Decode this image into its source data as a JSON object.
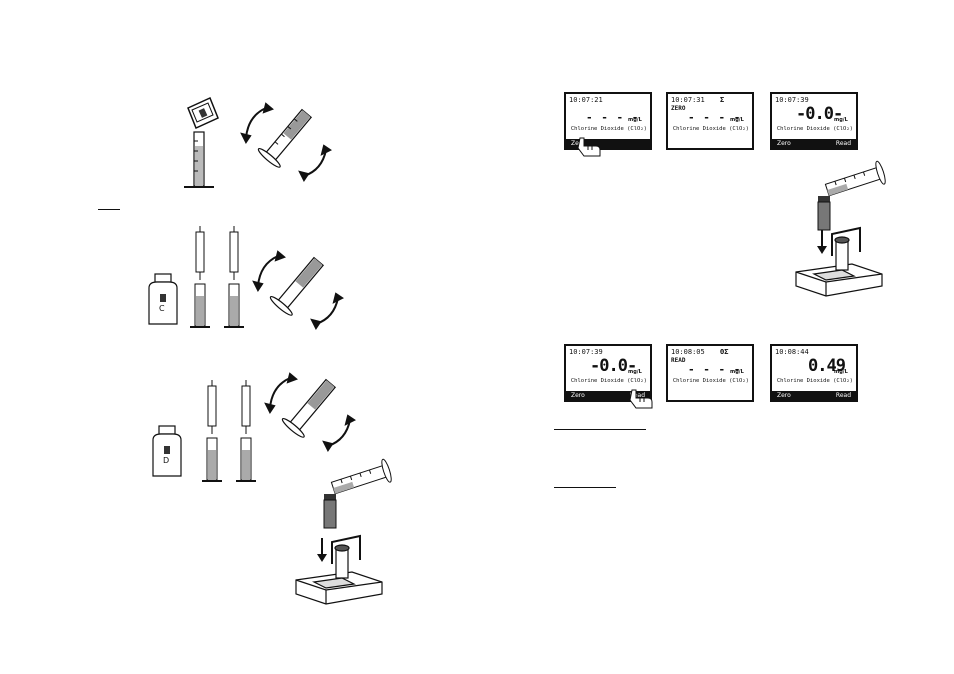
{
  "screens": {
    "s1": {
      "time": "10:07:21",
      "symbol": "",
      "mode": "",
      "dashes": "- - - -",
      "unit": "mg/L",
      "param": "Chlorine Dioxide (ClO₂)",
      "left_key": "Zero",
      "right_key": ""
    },
    "s2": {
      "time": "10:07:31",
      "symbol": "Σ",
      "mode": "ZERO",
      "dashes": "- - - -",
      "unit": "mg/L",
      "param": "Chlorine Dioxide (ClO₂)",
      "left_key": "",
      "right_key": ""
    },
    "s3": {
      "time": "10:07:39",
      "symbol": "",
      "mode": "",
      "value": "-0.0-",
      "unit": "mg/L",
      "param": "Chlorine Dioxide (ClO₂)",
      "left_key": "Zero",
      "right_key": "Read"
    },
    "s4": {
      "time": "10:07:39",
      "symbol": "",
      "mode": "",
      "value": "-0.0-",
      "unit": "mg/L",
      "param": "Chlorine Dioxide (ClO₂)",
      "left_key": "Zero",
      "right_key": "Read"
    },
    "s5": {
      "time": "10:08:05",
      "symbol": "ΘΣ",
      "mode": "READ",
      "dashes": "- - - -",
      "unit": "mg/L",
      "param": "Chlorine Dioxide (ClO₂)",
      "left_key": "",
      "right_key": ""
    },
    "s6": {
      "time": "10:08:44",
      "symbol": "",
      "mode": "",
      "value": "0.49",
      "unit": "mg/L",
      "param": "Chlorine Dioxide (ClO₂)",
      "left_key": "Zero",
      "right_key": "Read"
    }
  },
  "bottles": {
    "c_label": "C",
    "d_label": "D"
  },
  "icons": [
    "reagent-packet-icon",
    "graduated-cylinder-icon",
    "invert-arrows-icon",
    "syringe-icon",
    "reagent-bottle-icon",
    "sample-vial-icon",
    "photometer-icon",
    "finger-press-icon"
  ]
}
